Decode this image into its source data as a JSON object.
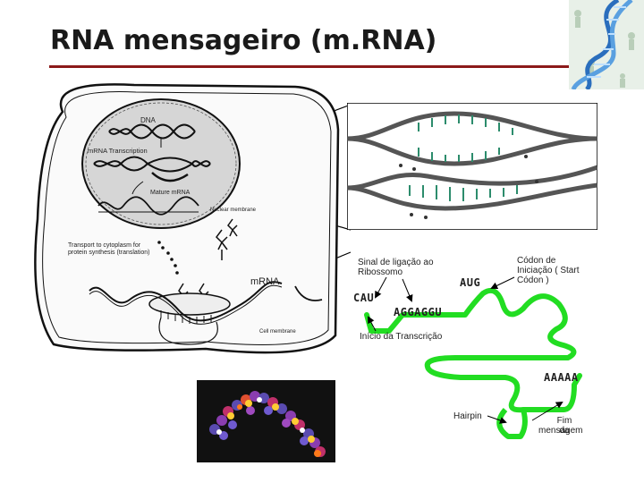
{
  "slide": {
    "title": "RNA mensageiro (m.RNA)"
  },
  "cell_diagram": {
    "dna_label": "DNA",
    "transcription_label": "mRNA Transcription",
    "mature_mrna_label": "Mature mRNA",
    "nuclear_membrane_label": "Nuclear membrane",
    "transport_label_line1": "Transport to cytoplasm for",
    "transport_label_line2": "protein synthesis (translation)",
    "mrna_label": "mRNA",
    "cell_membrane_label": "Cell membrane"
  },
  "mrna_diagram": {
    "ribosome_signal_line1": "Sinal de ligação ao",
    "ribosome_signal_line2": "Ribossomo",
    "start_codon_line1": "Códon de",
    "start_codon_line2": "Iniciação ( Start",
    "start_codon_line3": "Códon )",
    "seq_cau": "CAU",
    "seq_aug": "AUG",
    "seq_aggaggu": "AGGAGGU",
    "transcription_start": "Início da Transcrição",
    "poly_a": "AAAAA",
    "hairpin": "Hairpin",
    "end_line1": "Fim da",
    "end_line2": "mensagem"
  },
  "colors": {
    "title_rule": "#8b1a1a",
    "mrna_strand": "#22dd22",
    "nucleus_fill": "#d6d6d6",
    "photo_background": "#111111"
  }
}
